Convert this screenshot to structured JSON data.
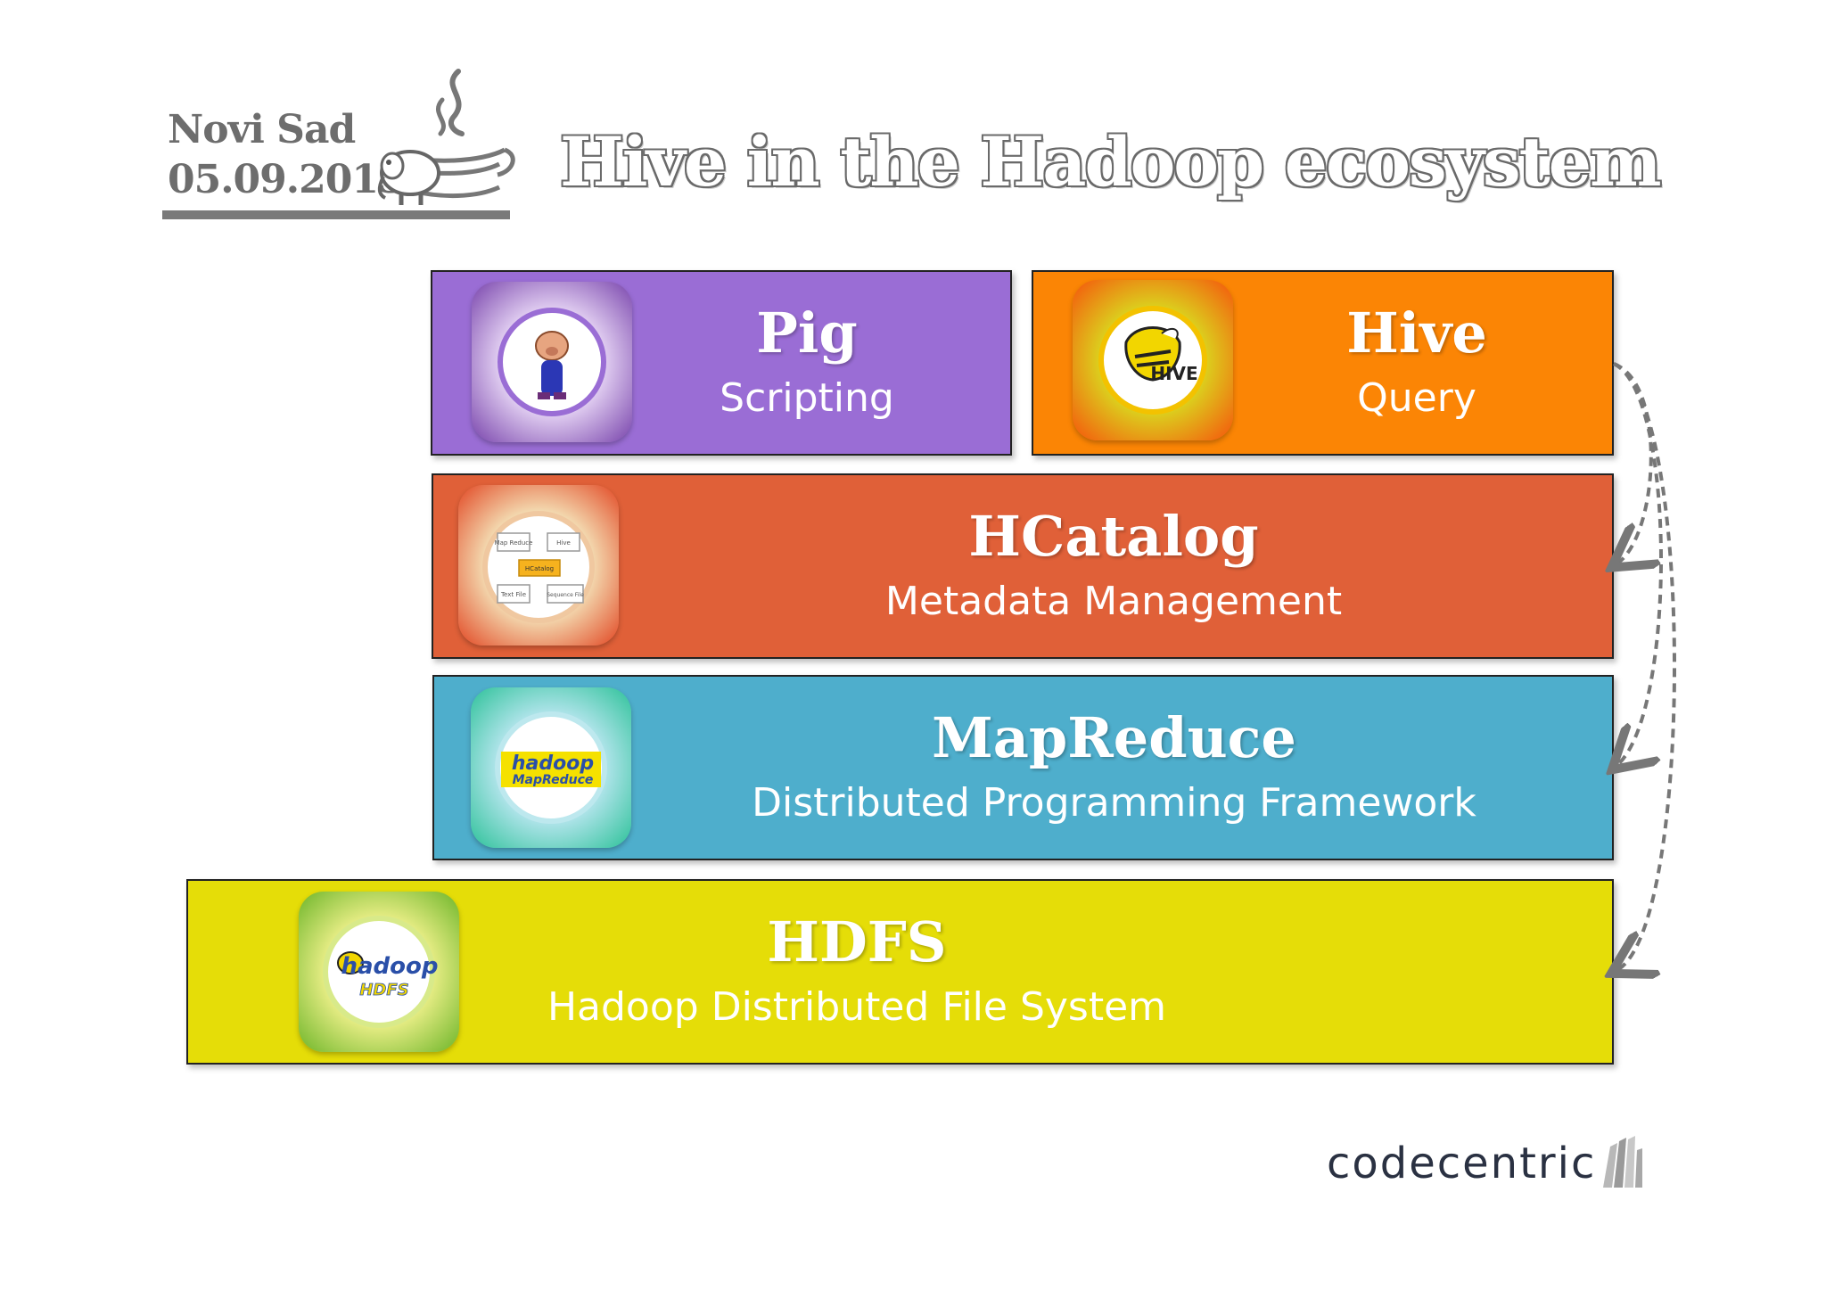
{
  "header": {
    "event_city": "Novi Sad",
    "event_date": "05.09.2013",
    "title": "Hive in the Hadoop ecosystem"
  },
  "layers": {
    "pig": {
      "name": "Pig",
      "description": "Scripting",
      "color": "#9a6dd5"
    },
    "hive": {
      "name": "Hive",
      "description": "Query",
      "color": "#fb8505"
    },
    "hcatalog": {
      "name": "HCatalog",
      "description": "Metadata Management",
      "color": "#e06038"
    },
    "mapreduce": {
      "name": "MapReduce",
      "description": "Distributed Programming Framework",
      "color": "#4eaecc"
    },
    "hdfs": {
      "name": "HDFS",
      "description": "Hadoop Distributed File System",
      "color": "#e5dd08"
    }
  },
  "icons": {
    "hive_label": "HIVE",
    "hadoop_word": "hadoop",
    "mapreduce_word": "MapReduce",
    "hdfs_word": "HDFS",
    "hcatalog_diagram": {
      "center": "HCatalog",
      "top_left": "Map Reduce",
      "top_right": "Hive",
      "bottom_left": "Text File",
      "bottom_right": "Sequence File"
    }
  },
  "footer": {
    "brand": "codecentric"
  },
  "colors": {
    "text_gray": "#6d6d6d",
    "rule_gray": "#7a7a7a",
    "arrow_gray": "#777777"
  }
}
